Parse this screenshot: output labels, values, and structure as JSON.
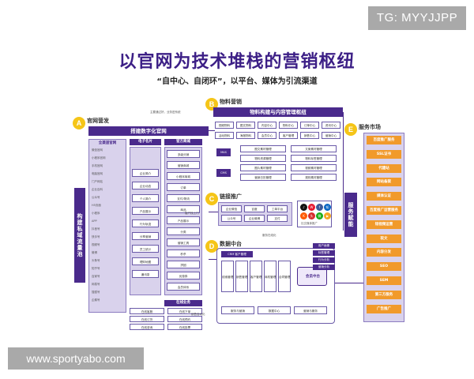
{
  "watermarks": {
    "tg": "TG: MYYJJPP",
    "site": "www.sportyabo.com"
  },
  "title": "以官网为技术堆栈的营销枢纽",
  "subtitle": "“自中心、自闭环”，以平台、媒体为引流渠道",
  "sections": {
    "a": {
      "letter": "A",
      "title": "官网营发"
    },
    "b": {
      "letter": "B",
      "title": "物料营销"
    },
    "c": {
      "letter": "C",
      "title": "链接推广"
    },
    "d": {
      "letter": "D",
      "title": "数据中台"
    },
    "e": {
      "letter": "E",
      "title": "服务市场"
    }
  },
  "top_note": "主要通过好，业务进系统",
  "official_site": {
    "header": "搭建数字化官网",
    "vertical_label": "构建私域流量池",
    "columns": [
      {
        "title": "全渠道官网",
        "items": [
          "微信官网",
          "小程序官网",
          "手机官网",
          "电脑官网",
          "门户网站",
          "企业百科",
          "公众号",
          "H5页面",
          "小程序",
          "APP",
          "抖音号",
          "快手号",
          "视频号",
          "微博",
          "头条号",
          "知乎号",
          "百家号",
          "网易号",
          "搜狐号",
          "企鹅号"
        ]
      },
      {
        "title": "电子名片",
        "items": [
          "企业简介",
          "企业动态",
          "个人简介",
          "产品展示",
          "行为轨迹",
          "分享营销",
          "员工统计",
          "理财地图",
          "通讯录"
        ]
      },
      {
        "title": "官方商城",
        "items": [
          "多级分销",
          "营销商城",
          "小程序商城",
          "订单",
          "支付/物流",
          "商品",
          "产品展示",
          "分类",
          "营销工具",
          "秒杀",
          "拼团",
          "优惠券",
          "会员体系"
        ]
      }
    ],
    "online_business": {
      "title": "在线业务",
      "items": [
        "在线客服",
        "在线下单",
        "在线订货",
        "在线预约",
        "在线咨询",
        "在线投票"
      ]
    }
  },
  "material": {
    "header": "物料构建与内容管理枢纽",
    "row1": [
      "视频物料",
      "图文物料",
      "内容中心",
      "物料中心",
      "订单中心",
      "资讯中心"
    ],
    "row2": [
      "活动物料",
      "海报物料",
      "会员中心",
      "客户管理",
      "销售中心",
      "营销中心"
    ],
    "left_labels": [
      "MAS",
      "CMS"
    ],
    "grid": [
      "图文素材管理",
      "文案素材管理",
      "物料资源管理",
      "物料标签管理",
      "图片素材管理",
      "视频素材管理",
      "营销日历管理",
      "规则素材管理"
    ]
  },
  "links": {
    "label_left": "客户找上门",
    "boxes": [
      "企业微信",
      "百度",
      "工单平台",
      "公众号",
      "企业微博",
      "支付"
    ],
    "social_caption": "社交媒体推广"
  },
  "data": {
    "label_top": "服务在线化",
    "label_bottom": "销售自动化",
    "crm": "CRM 客户管理",
    "cols": [
      "线索管理",
      "销售管理",
      "客户管理",
      "商机管理",
      "合同管理"
    ],
    "center": "会员中台",
    "bottom": [
      "服务与营销",
      "数据中心",
      "营销与服务"
    ],
    "right_tags": [
      "用户画像",
      "标签管理",
      "行为分析",
      "营销分析"
    ],
    "vertical_label": "服务赋能"
  },
  "service_market": {
    "items": [
      "百度推广服务",
      "SSL证书",
      "代建站",
      "网站备案",
      "媒体认证",
      "百度推广运营服务",
      "短视频运营",
      "软文",
      "内容分发",
      "SEO",
      "SEM",
      "第三方服务",
      "广告推广"
    ]
  },
  "colors": {
    "accent": "#4a2a8c",
    "yellow": "#f5c518",
    "orange": "#f19a2b",
    "title": "#3c1f86"
  }
}
